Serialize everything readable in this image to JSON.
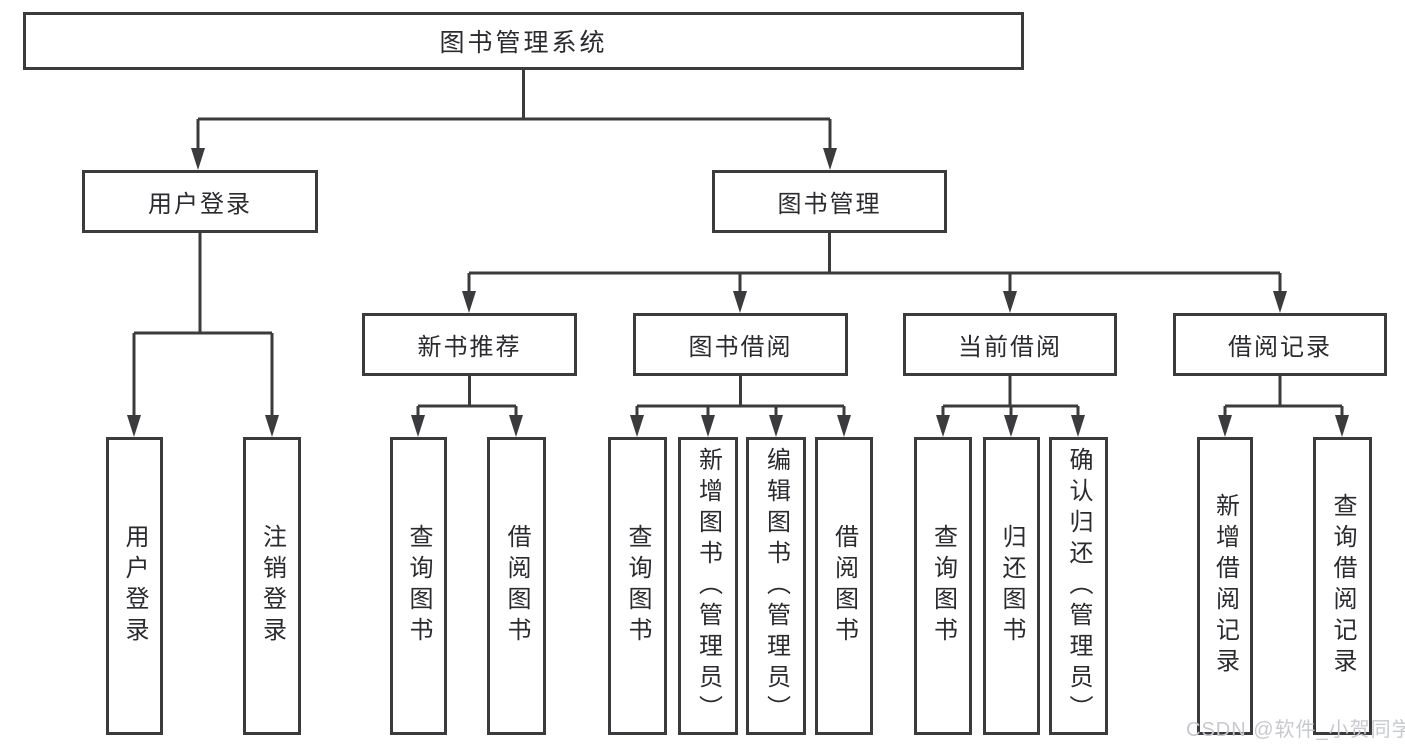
{
  "tree": {
    "label": "图书管理系统",
    "children": [
      {
        "label": "用户登录",
        "children": [
          {
            "label": "用户登录"
          },
          {
            "label": "注销登录"
          }
        ]
      },
      {
        "label": "图书管理",
        "children": [
          {
            "label": "新书推荐",
            "children": [
              {
                "label": "查询图书"
              },
              {
                "label": "借阅图书"
              }
            ]
          },
          {
            "label": "图书借阅",
            "children": [
              {
                "label": "查询图书"
              },
              {
                "label": "新增图书（管理员）"
              },
              {
                "label": "编辑图书（管理员）"
              },
              {
                "label": "借阅图书"
              }
            ]
          },
          {
            "label": "当前借阅",
            "children": [
              {
                "label": "查询图书"
              },
              {
                "label": "归还图书"
              },
              {
                "label": "确认归还（管理员）"
              }
            ]
          },
          {
            "label": "借阅记录",
            "children": [
              {
                "label": "新增借阅记录"
              },
              {
                "label": "查询借阅记录"
              }
            ]
          }
        ]
      }
    ]
  },
  "watermark": {
    "text": "CSDN @软件_小贺同学"
  },
  "colors": {
    "line": "#3b3b3e",
    "text": "#2b2b2f",
    "background": "#ffffff",
    "watermark": "#c7c9ce"
  }
}
